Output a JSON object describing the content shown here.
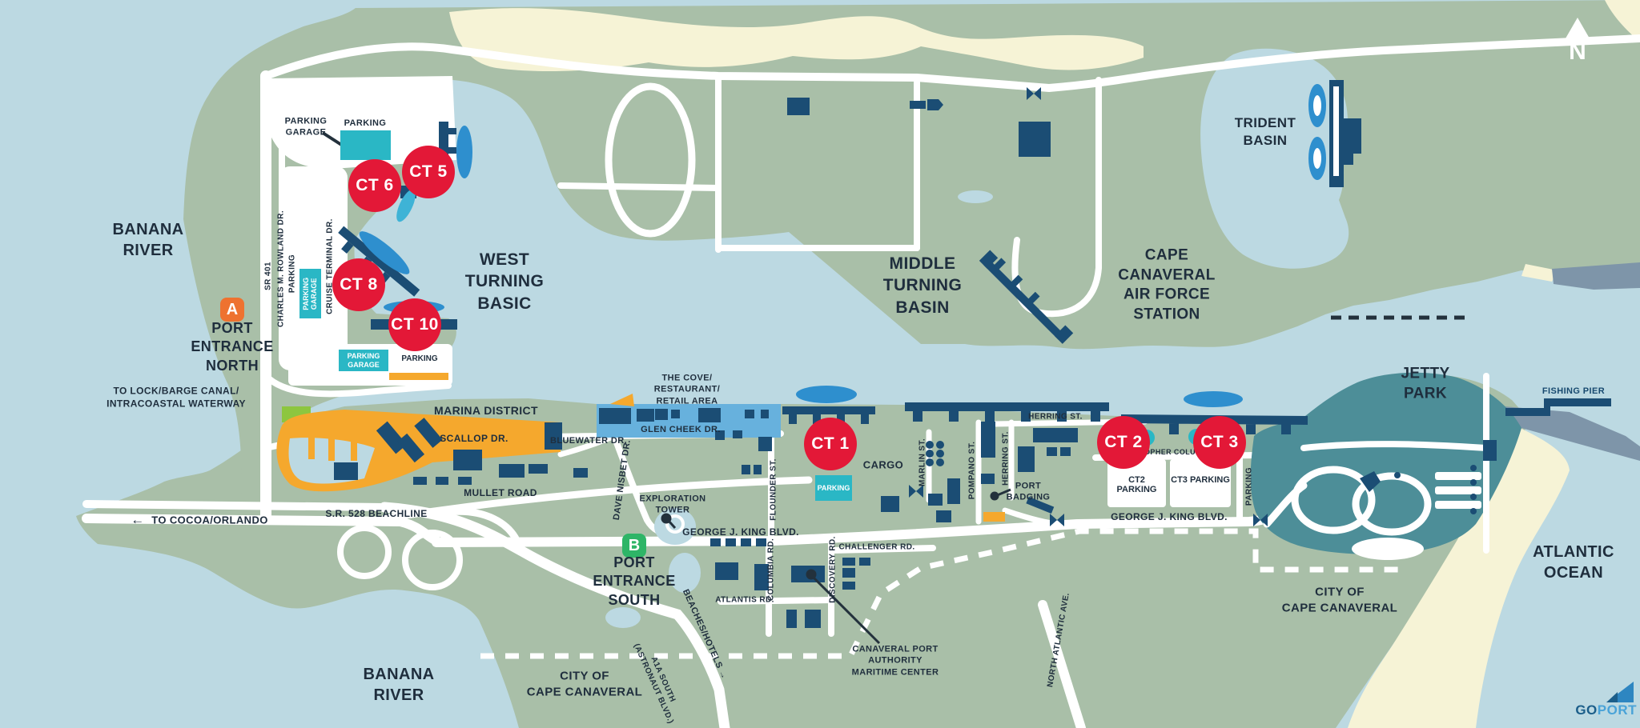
{
  "map": {
    "compass": {
      "letter": "N"
    },
    "logo": {
      "go": "GO",
      "port": "PORT"
    },
    "arrows": {
      "west": "←",
      "se": "→"
    },
    "water_labels": {
      "banana_river": "BANANA\nRIVER",
      "west_basin": "WEST\nTURNING\nBASIC",
      "middle_basin": "MIDDLE\nTURNING\nBASIN",
      "trident_basin": "TRIDENT\nBASIN",
      "atlantic_ocean": "ATLANTIC\nOCEAN"
    },
    "area_labels": {
      "cape_afs": "CAPE\nCANAVERAL\nAIR FORCE\nSTATION",
      "jetty_park": "JETTY\nPARK",
      "fishing_pier": "FISHING PIER",
      "city_of_cape_canaveral": "CITY OF\nCAPE CANAVERAL",
      "marina_district": "MARINA DISTRICT",
      "the_cove": "THE COVE/\nRESTAURANT/\nRETAIL AREA",
      "cargo": "CARGO",
      "exploration_tower": "EXPLORATION\nTOWER",
      "port_badging": "PORT\nBADGING",
      "maritime_center": "CANAVERAL PORT\nAUTHORITY\nMARITIME CENTER"
    },
    "entrances": {
      "north": {
        "badge": "A",
        "label": "PORT\nENTRANCE\nNORTH"
      },
      "south": {
        "badge": "B",
        "label": "PORT\nENTRANCE\nSOUTH"
      }
    },
    "terminals": [
      {
        "id": "ct5",
        "label": "CT 5"
      },
      {
        "id": "ct6",
        "label": "CT 6"
      },
      {
        "id": "ct8",
        "label": "CT 8"
      },
      {
        "id": "ct10",
        "label": "CT 10"
      },
      {
        "id": "ct1",
        "label": "CT 1"
      },
      {
        "id": "ct2",
        "label": "CT 2"
      },
      {
        "id": "ct3",
        "label": "CT 3"
      }
    ],
    "parking_labels": {
      "parking": "PARKING",
      "parking_garage": "PARKING\nGARAGE",
      "ct2_parking": "CT2 PARKING",
      "ct3_parking": "CT3 PARKING"
    },
    "road_labels": {
      "sr401": "SR 401",
      "charles_rowland": "CHARLES M. ROWLAND DR.",
      "cruise_terminal": "CRUISE TERMINAL DR.",
      "to_lock": "TO LOCK/BARGE CANAL/\nINTRACOASTAL WATERWAY",
      "to_cocoa": "TO COCOA/ORLANDO",
      "sr528": "S.R. 528 BEACHLINE",
      "scallop": "SCALLOP DR.",
      "bluewater": "BLUEWATER DR.",
      "dave_nisbet": "DAVE NISBET DR.",
      "mullet": "MULLET ROAD",
      "glen_cheek": "GLEN CHEEK DR.",
      "flounder": "FLOUNDER ST.",
      "george_king": "GEORGE J. KING BLVD.",
      "marlin": "MARLIN ST.",
      "pompano": "POMPANO ST.",
      "herring": "HERRING ST.",
      "christopher_columbus": "CHRISTOPHER COLUMBUS DR.",
      "columbia": "COLUMBIA RD.",
      "discovery": "DISCOVERY RD.",
      "challenger": "CHALLENGER RD.",
      "atlantis": "ATLANTIS RD.",
      "north_atlantic": "NORTH ATLANTIC AVE.",
      "beaches_hotels": "BEACHES/HOTELS",
      "a1a_south": "A1A SOUTH\n(ASTRONAUT BLVD.)"
    },
    "colors": {
      "water": "#bcd9e2",
      "land": "#a9bfa8",
      "beach": "#f6f3d6",
      "navy": "#1b4d74",
      "terminal_red": "#e31837",
      "parking_teal": "#2ab7c5",
      "marina_orange": "#f5a82d",
      "jetty_park_teal": "#4d8e98",
      "rock_gray": "#7e95a9",
      "boat_blue": "#2e8fce",
      "entrance_a_orange": "#ee7230",
      "entrance_b_green": "#2eb567",
      "cove_blue": "#67b1dd"
    }
  }
}
